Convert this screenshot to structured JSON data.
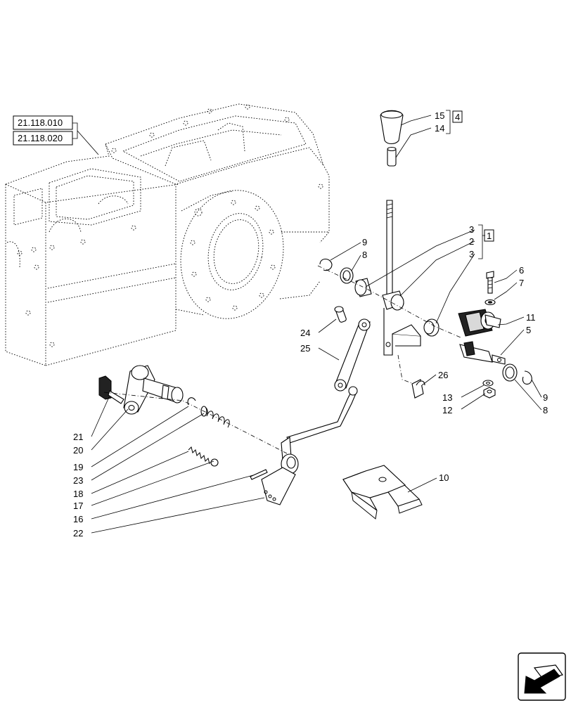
{
  "references": [
    "21.118.010",
    "21.118.020"
  ],
  "groups": {
    "g1": "1",
    "g4": "4"
  },
  "callouts": {
    "c1": "1",
    "c2": "2",
    "c3a": "3",
    "c3b": "3",
    "c4": "4",
    "c5": "5",
    "c6": "6",
    "c7": "7",
    "c8a": "8",
    "c8b": "8",
    "c9a": "9",
    "c9b": "9",
    "c10": "10",
    "c11": "11",
    "c12": "12",
    "c13": "13",
    "c14": "14",
    "c15": "15",
    "c16": "16",
    "c17": "17",
    "c18": "18",
    "c19": "19",
    "c20": "20",
    "c21": "21",
    "c22": "22",
    "c23": "23",
    "c24": "24",
    "c25": "25",
    "c26": "26"
  },
  "icons": {
    "corner": "arrow-icon"
  }
}
